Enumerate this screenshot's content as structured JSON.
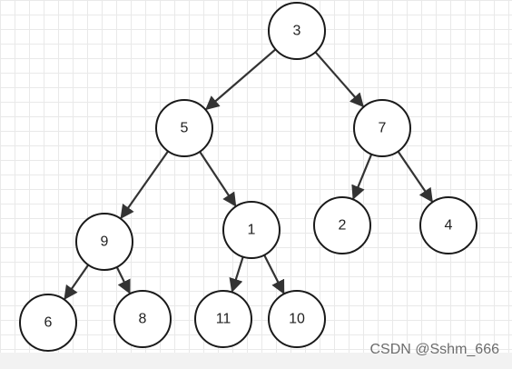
{
  "diagram": {
    "nodes": [
      {
        "id": "n3",
        "label": "3"
      },
      {
        "id": "n5",
        "label": "5"
      },
      {
        "id": "n7",
        "label": "7"
      },
      {
        "id": "n9",
        "label": "9"
      },
      {
        "id": "n1",
        "label": "1"
      },
      {
        "id": "n2",
        "label": "2"
      },
      {
        "id": "n4",
        "label": "4"
      },
      {
        "id": "n6",
        "label": "6"
      },
      {
        "id": "n8",
        "label": "8"
      },
      {
        "id": "n11",
        "label": "11"
      },
      {
        "id": "n10",
        "label": "10"
      }
    ],
    "edges": [
      {
        "from": "n3",
        "to": "n5"
      },
      {
        "from": "n3",
        "to": "n7"
      },
      {
        "from": "n5",
        "to": "n9"
      },
      {
        "from": "n5",
        "to": "n1"
      },
      {
        "from": "n7",
        "to": "n2"
      },
      {
        "from": "n7",
        "to": "n4"
      },
      {
        "from": "n9",
        "to": "n6"
      },
      {
        "from": "n9",
        "to": "n8"
      },
      {
        "from": "n1",
        "to": "n11"
      },
      {
        "from": "n1",
        "to": "n10"
      }
    ]
  },
  "watermark": {
    "text": "CSDN @Sshm_666"
  },
  "colors": {
    "grid": "#e9e9e9",
    "edge": "#333333",
    "node_stroke": "#1a1a1a"
  }
}
